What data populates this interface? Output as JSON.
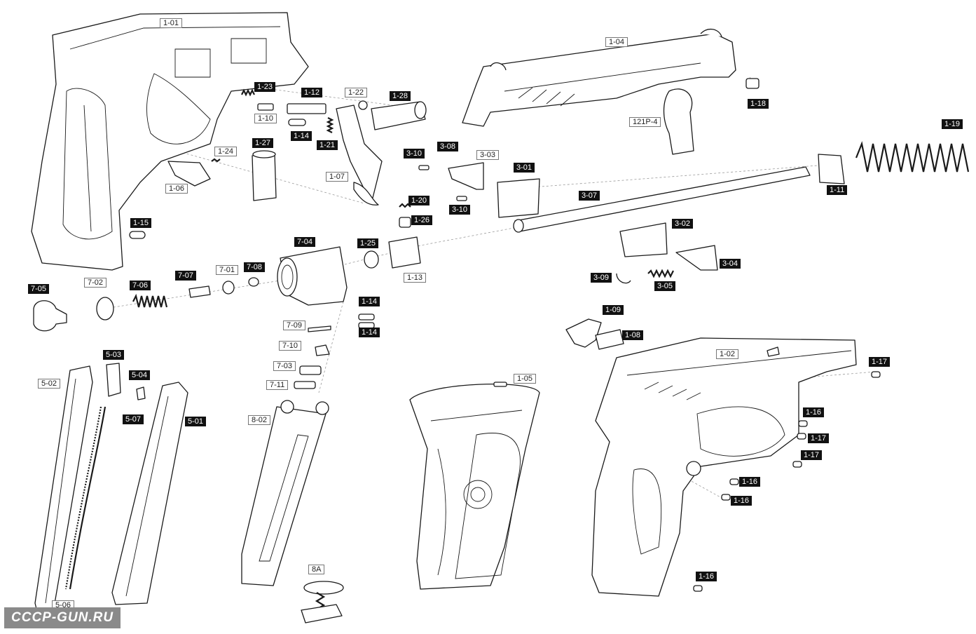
{
  "labels": {
    "l_101": "1-01",
    "l_102": "1-02",
    "l_104": "1-04",
    "l_105": "1-05",
    "l_106": "1-06",
    "l_107": "1-07",
    "l_108": "1-08",
    "l_109": "1-09",
    "l_110": "1-10",
    "l_111": "1-11",
    "l_112": "1-12",
    "l_113": "1-13",
    "l_114a": "1-14",
    "l_114b": "1-14",
    "l_114c": "1-14",
    "l_115": "1-15",
    "l_116a": "1-16",
    "l_116b": "1-16",
    "l_116c": "1-16",
    "l_116d": "1-16",
    "l_117a": "1-17",
    "l_117b": "1-17",
    "l_117c": "1-17",
    "l_118": "1-18",
    "l_119": "1-19",
    "l_120": "1-20",
    "l_121": "1-21",
    "l_122": "1-22",
    "l_123": "1-23",
    "l_124": "1-24",
    "l_125": "1-25",
    "l_126": "1-26",
    "l_127": "1-27",
    "l_128": "1-28",
    "l_121p4": "121P-4",
    "l_301": "3-01",
    "l_302": "3-02",
    "l_303": "3-03",
    "l_304": "3-04",
    "l_305": "3-05",
    "l_307": "3-07",
    "l_308": "3-08",
    "l_309": "3-09",
    "l_310a": "3-10",
    "l_310b": "3-10",
    "l_501": "5-01",
    "l_502": "5-02",
    "l_503": "5-03",
    "l_504": "5-04",
    "l_506": "5-06",
    "l_507": "5-07",
    "l_701": "7-01",
    "l_702": "7-02",
    "l_703": "7-03",
    "l_704": "7-04",
    "l_705": "7-05",
    "l_706": "7-06",
    "l_707": "7-07",
    "l_708": "7-08",
    "l_709": "7-09",
    "l_710": "7-10",
    "l_711": "7-11",
    "l_802": "8-02",
    "l_8a": "8A"
  },
  "watermark": "CCCP-GUN.RU",
  "colors": {
    "label_dark_bg": "#111111",
    "label_light_border": "#777777",
    "line": "#1a1a1a",
    "watermark_bg": "#8a8a8a"
  }
}
